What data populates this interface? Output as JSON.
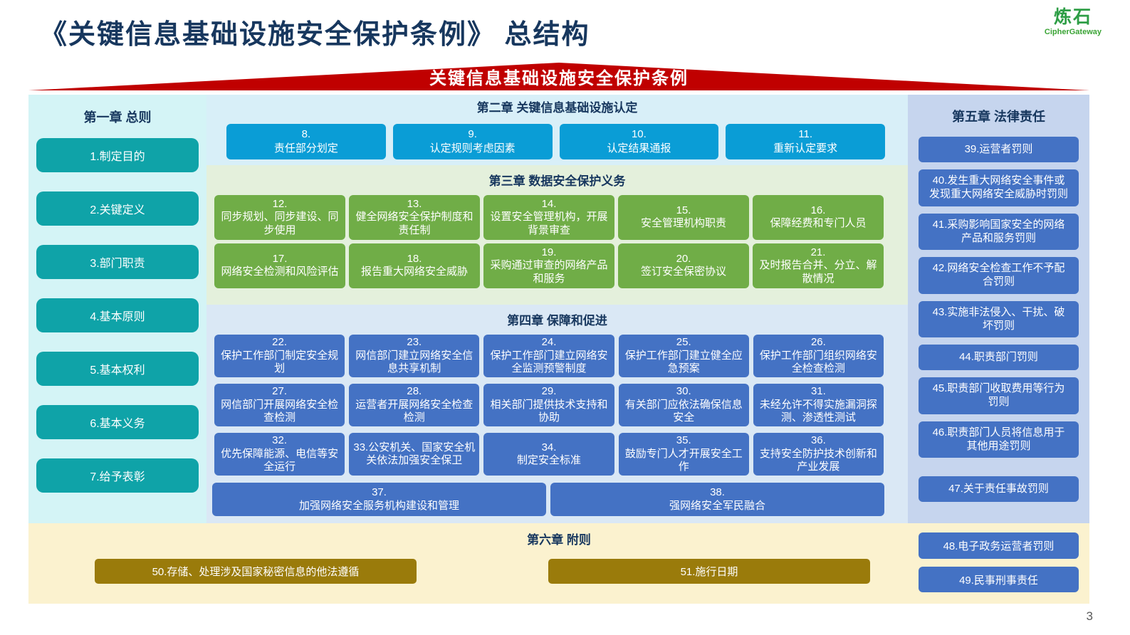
{
  "page": {
    "title": "《关键信息基础设施安全保护条例》 总结构",
    "banner": "关键信息基础设施安全保护条例",
    "page_number": "3",
    "logo": {
      "name": "炼石",
      "subtitle": "CipherGateway"
    },
    "colors": {
      "banner_red": "#C00000",
      "heading_navy": "#17375E",
      "teal": "#0FA3A8",
      "bright_blue": "#0A9DD6",
      "green": "#70AD47",
      "royal_blue": "#4472C4",
      "olive": "#9A7B0B"
    }
  },
  "chapter1": {
    "heading": "第一章 总则",
    "items": [
      {
        "label": "1.制定目的"
      },
      {
        "label": "2.关键定义"
      },
      {
        "label": "3.部门职责"
      },
      {
        "label": "4.基本原则"
      },
      {
        "label": "5.基本权利"
      },
      {
        "label": "6.基本义务"
      },
      {
        "label": "7.给予表彰"
      }
    ]
  },
  "chapter2": {
    "heading": "第二章 关键信息基础设施认定",
    "items": [
      {
        "num": "8.",
        "label": "责任部分划定"
      },
      {
        "num": "9.",
        "label": "认定规则考虑因素"
      },
      {
        "num": "10.",
        "label": "认定结果通报"
      },
      {
        "num": "11.",
        "label": "重新认定要求"
      }
    ]
  },
  "chapter3": {
    "heading": "第三章 数据安全保护义务",
    "items": [
      {
        "num": "12.",
        "label": "同步规划、同步建设、同步使用"
      },
      {
        "num": "13.",
        "label": "健全网络安全保护制度和责任制"
      },
      {
        "num": "14.",
        "label": "设置安全管理机构，开展背景审查"
      },
      {
        "num": "15.",
        "label": "安全管理机构职责"
      },
      {
        "num": "16.",
        "label": "保障经费和专门人员"
      },
      {
        "num": "17.",
        "label": "网络安全检测和风险评估"
      },
      {
        "num": "18.",
        "label": "报告重大网络安全威胁"
      },
      {
        "num": "19.",
        "label": "采购通过审查的网络产品和服务"
      },
      {
        "num": "20.",
        "label": "签订安全保密协议"
      },
      {
        "num": "21.",
        "label": "及时报告合并、分立、解散情况"
      }
    ]
  },
  "chapter4": {
    "heading": "第四章 保障和促进",
    "items": [
      {
        "num": "22.",
        "label": "保护工作部门制定安全规划"
      },
      {
        "num": "23.",
        "label": "网信部门建立网络安全信息共享机制"
      },
      {
        "num": "24.",
        "label": "保护工作部门建立网络安全监测预警制度"
      },
      {
        "num": "25.",
        "label": "保护工作部门建立健全应急预案"
      },
      {
        "num": "26.",
        "label": "保护工作部门组织网络安全检查检测"
      },
      {
        "num": "27.",
        "label": "网信部门开展网络安全检查检测"
      },
      {
        "num": "28.",
        "label": "运营者开展网络安全检查检测"
      },
      {
        "num": "29.",
        "label": "相关部门提供技术支持和协助"
      },
      {
        "num": "30.",
        "label": "有关部门应依法确保信息安全"
      },
      {
        "num": "31.",
        "label": "未经允许不得实施漏洞探测、渗透性测试"
      },
      {
        "num": "32.",
        "label": "优先保障能源、电信等安全运行"
      },
      {
        "num": "",
        "label": "33.公安机关、国家安全机关依法加强安全保卫"
      },
      {
        "num": "34.",
        "label": "制定安全标准"
      },
      {
        "num": "35.",
        "label": "鼓励专门人才开展安全工作"
      },
      {
        "num": "36.",
        "label": "支持安全防护技术创新和产业发展"
      },
      {
        "num": "37.",
        "label": "加强网络安全服务机构建设和管理"
      },
      {
        "num": "38.",
        "label": "强网络安全军民融合"
      }
    ]
  },
  "chapter5": {
    "heading": "第五章 法律责任",
    "items": [
      {
        "label": "39.运营者罚则"
      },
      {
        "label": "40.发生重大网络安全事件或发现重大网络安全威胁时罚则"
      },
      {
        "label": "41.采购影响国家安全的网络产品和服务罚则"
      },
      {
        "label": "42.网络安全检查工作不予配合罚则"
      },
      {
        "label": "43.实施非法侵入、干扰、破坏罚则"
      },
      {
        "label": "44.职责部门罚则"
      },
      {
        "label": "45.职责部门收取费用等行为罚则"
      },
      {
        "label": "46.职责部门人员将信息用于其他用途罚则"
      },
      {
        "label": "47.关于责任事故罚则"
      },
      {
        "label": "48.电子政务运营者罚则"
      },
      {
        "label": "49.民事刑事责任"
      }
    ]
  },
  "chapter6": {
    "heading": "第六章 附则",
    "items": [
      {
        "label": "50.存储、处理涉及国家秘密信息的他法遵循"
      },
      {
        "label": "51.施行日期"
      }
    ]
  }
}
